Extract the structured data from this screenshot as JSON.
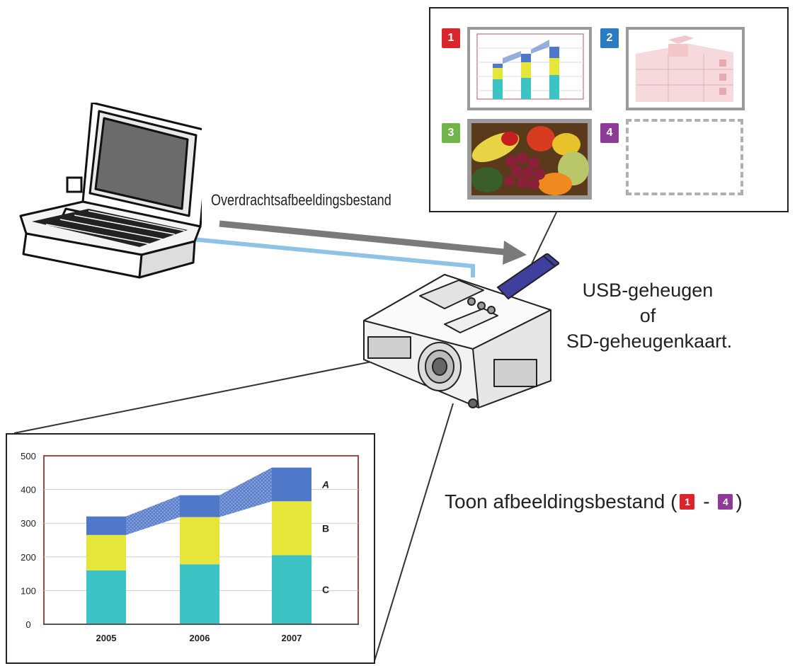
{
  "labels": {
    "transfer": "Overdrachtsafbeeldingsbestand",
    "storage_line1": "USB-geheugen",
    "storage_line2": "of",
    "storage_line3": "SD-geheugenkaart.",
    "display_prefix": "Toon afbeeldingsbestand (",
    "display_separator": " - ",
    "display_suffix": ")"
  },
  "thumbnails": [
    {
      "number": "1",
      "color": "#d9262c"
    },
    {
      "number": "2",
      "color": "#2a7bbf"
    },
    {
      "number": "3",
      "color": "#6fb54a"
    },
    {
      "number": "4",
      "color": "#8e3a97"
    }
  ],
  "colors": {
    "segment_c": "#3cc4c4",
    "segment_b": "#e6e63a",
    "segment_a": "#4f78c8",
    "usb_stick": "#3f3f9e",
    "frame_border": "#9c4a4a"
  },
  "chart_data": {
    "type": "bar",
    "stacked": true,
    "categories": [
      "2005",
      "2006",
      "2007"
    ],
    "series": [
      {
        "name": "C",
        "values": [
          160,
          178,
          205
        ]
      },
      {
        "name": "B",
        "values": [
          105,
          140,
          160
        ]
      },
      {
        "name": "A",
        "values": [
          55,
          65,
          100
        ]
      }
    ],
    "y_ticks": [
      "0",
      "100",
      "200",
      "300",
      "400",
      "500"
    ],
    "ylim": [
      0,
      500
    ],
    "grid": true,
    "legend": "right"
  }
}
